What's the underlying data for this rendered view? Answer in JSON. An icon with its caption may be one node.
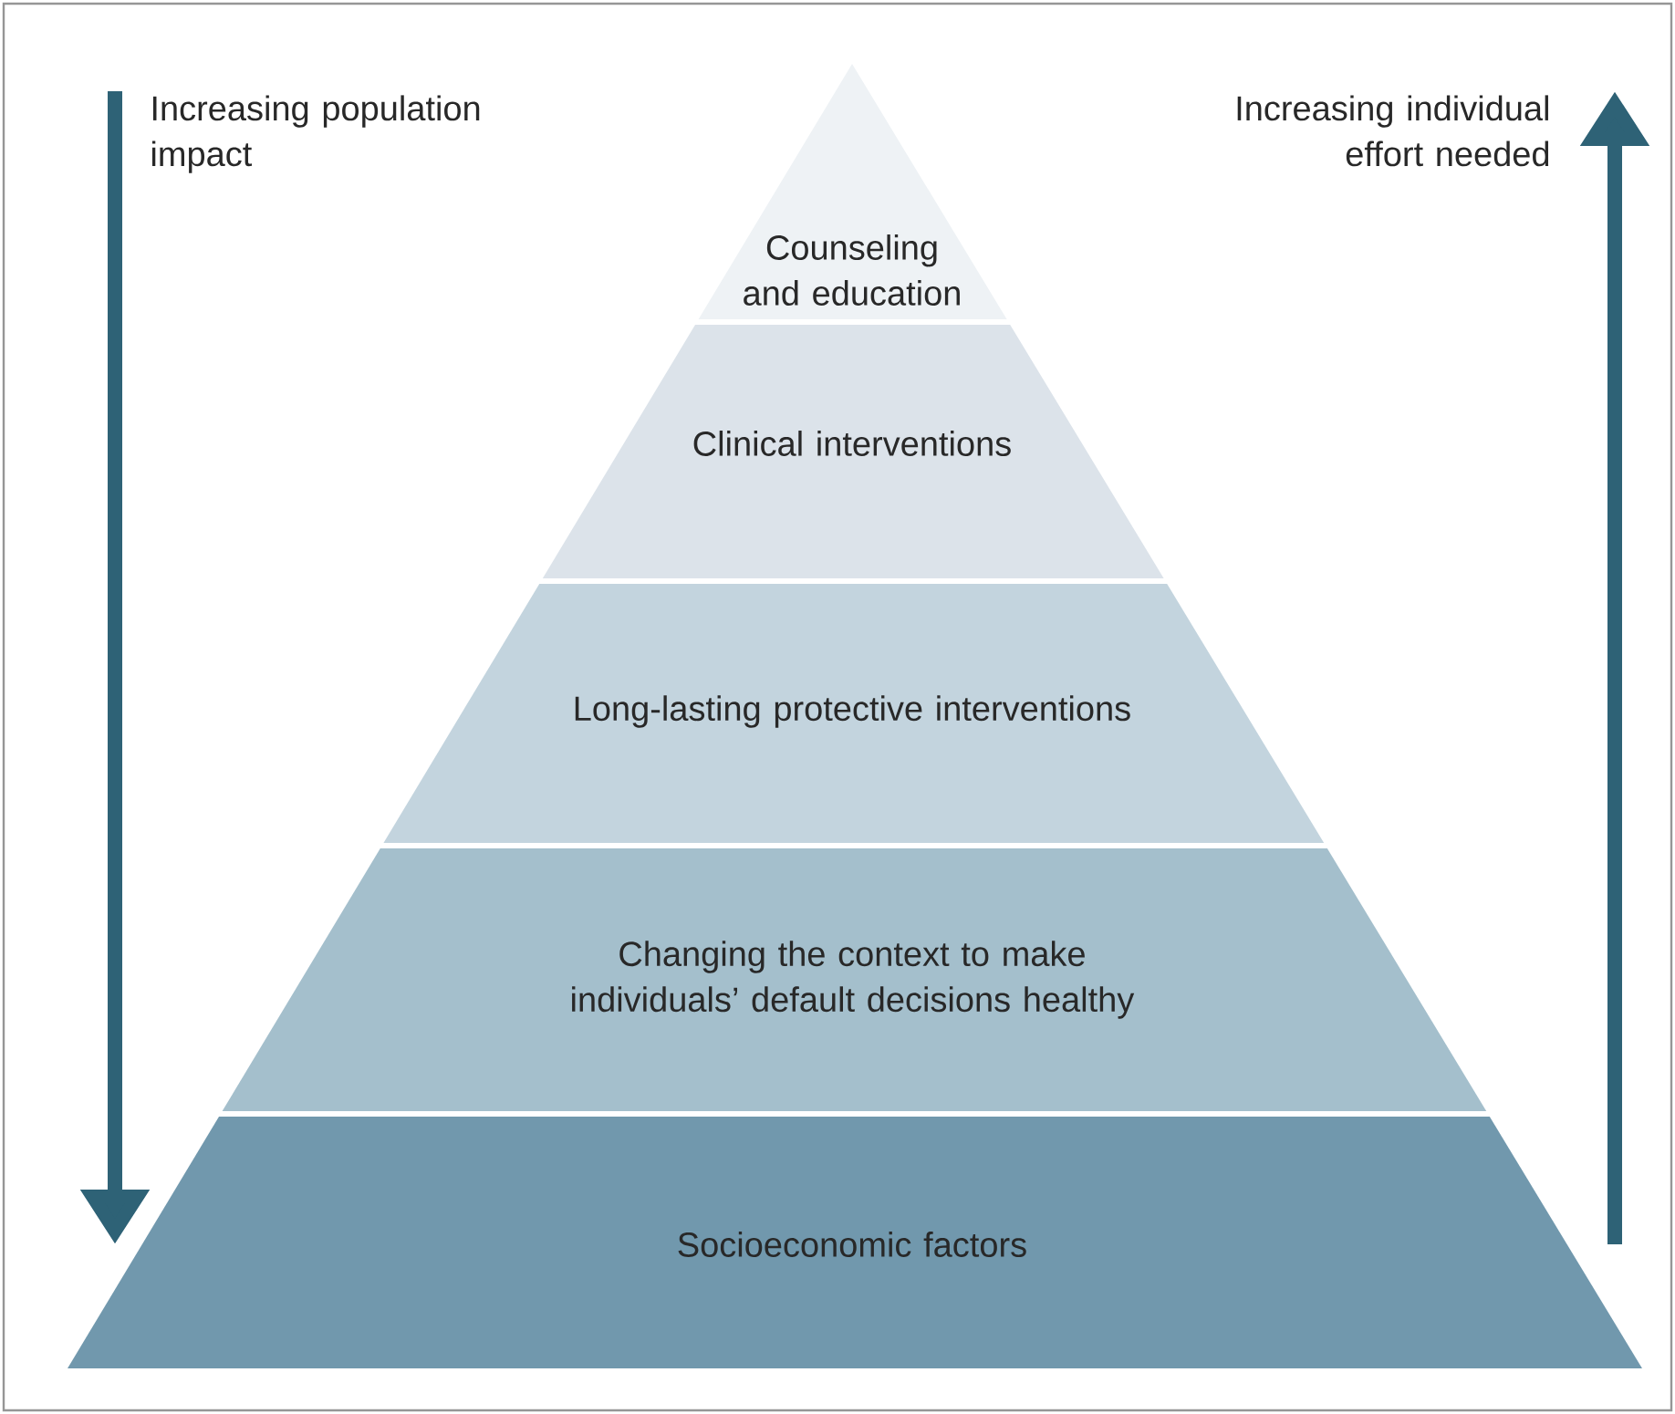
{
  "diagram": {
    "nodes": [
      {
        "text": [
          "Counseling and education"
        ]
      },
      {
        "text": [
          "Clinical interventions"
        ]
      },
      {
        "text": [
          "Long-lasting protective interventions"
        ]
      },
      {
        "text": [
          "Changing the context to make individuals’ default decisions healthy"
        ]
      },
      {
        "text": [
          "Socioeconomic factors"
        ]
      }
    ],
    "labels": [
      "Increasing population impact",
      "Increasing individual effort needed"
    ]
  }
}
